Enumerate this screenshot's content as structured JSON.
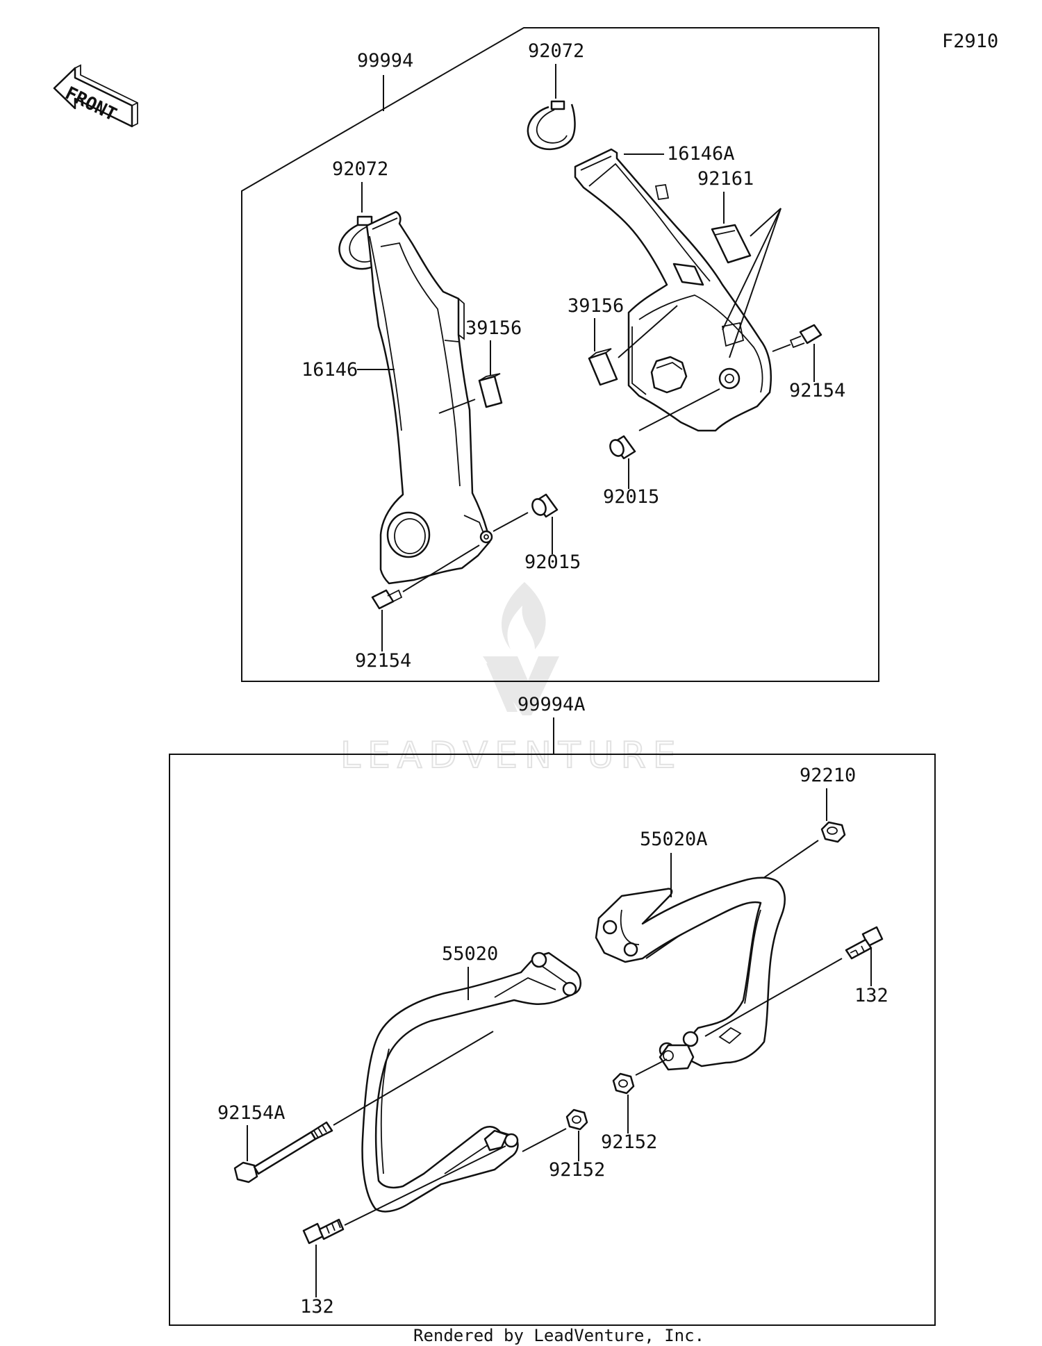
{
  "diagram_id": "F2910",
  "front_arrow_text": "FRONT",
  "watermark": "LEADVENTURE",
  "footer": "Rendered by LeadVenture, Inc.",
  "kit_labels": {
    "upper": "99994",
    "lower": "99994A"
  },
  "parts": {
    "p92072_left": "92072",
    "p92072_right": "92072",
    "p16146": "16146",
    "p16146A": "16146A",
    "p39156_left": "39156",
    "p39156_right": "39156",
    "p92161": "92161",
    "p92154_right": "92154",
    "p92015_right": "92015",
    "p92015_left": "92015",
    "p92154_left": "92154",
    "p92210": "92210",
    "p55020A": "55020A",
    "p55020": "55020",
    "p132_right": "132",
    "p92154A": "92154A",
    "p92152_right": "92152",
    "p92152_left": "92152",
    "p132_left": "132"
  }
}
